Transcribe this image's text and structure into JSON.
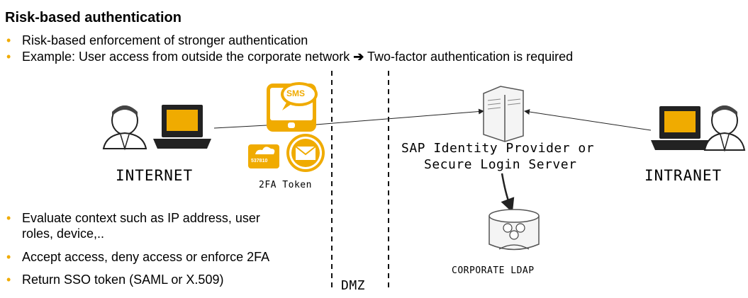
{
  "title": "Risk-based authentication",
  "top_bullets": [
    "Risk-based enforcement of stronger authentication",
    "Example: User access from outside the corporate network"
  ],
  "top_bullet_suffix": "Two-factor authentication is required",
  "bottom_bullets": [
    "Evaluate context such as IP address, user",
    "roles, device,..",
    "Accept access, deny access or enforce 2FA",
    "Return SSO token (SAML or X.509)"
  ],
  "labels": {
    "internet": "INTERNET",
    "intranet": "INTRANET",
    "token": "2FA Token",
    "idp_line1": "SAP Identity Provider or",
    "idp_line2": "Secure Login Server",
    "ldap": "CORPORATE LDAP",
    "dmz": "DMZ",
    "sms": "SMS",
    "code": "537810"
  },
  "colors": {
    "accent": "#F0AB00",
    "dark": "#222222",
    "monitor": "#F0AB00"
  }
}
